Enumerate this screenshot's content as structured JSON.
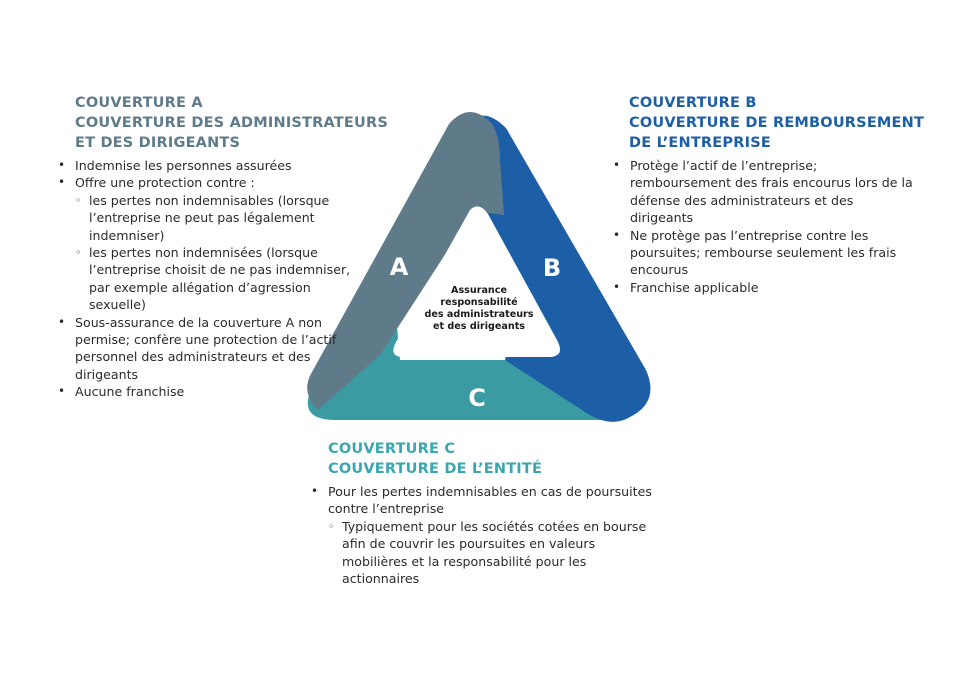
{
  "colors": {
    "a": "#5f7b8a",
    "b": "#1c5fa7",
    "c": "#3a9ba3",
    "heading_a": "#5f7b8a",
    "heading_b": "#1c5fa7",
    "heading_c": "#3aa6b0"
  },
  "diagram": {
    "letter_a": "A",
    "letter_b": "B",
    "letter_c": "C",
    "center_label": [
      "Assurance",
      "responsabilité",
      "des administrateurs",
      "et des dirigeants"
    ]
  },
  "coverage_a": {
    "heading": [
      "COUVERTURE A",
      "COUVERTURE DES ADMINISTRATEURS",
      "ET DES DIRIGEANTS"
    ],
    "bullets": [
      "Indemnise les personnes assurées",
      "Offre une protection contre :",
      "Sous-assurance de la couverture A non permise; confère une protection de l’actif personnel des administrateurs et des dirigeants",
      "Aucune franchise"
    ],
    "sub_bullets": [
      "les pertes non indemnisables (lorsque l’entreprise ne peut pas légalement indemniser)",
      "les pertes non indemnisées (lorsque l’entreprise choisit de ne pas indemniser, par exemple allégation d’agression sexuelle)"
    ]
  },
  "coverage_b": {
    "heading": [
      "COUVERTURE B",
      "COUVERTURE DE REMBOURSEMENT",
      "DE L’ENTREPRISE"
    ],
    "bullets": [
      "Protège l’actif de l’entreprise; remboursement des frais encourus lors de la défense des administrateurs et des dirigeants",
      "Ne protège pas l’entreprise contre les poursuites; rembourse seulement les frais encourus",
      "Franchise applicable"
    ]
  },
  "coverage_c": {
    "heading": [
      "COUVERTURE C",
      "COUVERTURE DE L’ENTITÉ"
    ],
    "bullets": [
      "Pour les pertes indemnisables en cas de poursuites contre l’entreprise"
    ],
    "sub_bullets": [
      "Typiquement pour les sociétés cotées en bourse afin de couvrir les poursuites en valeurs mobilières et la responsabilité pour les actionnaires"
    ]
  }
}
